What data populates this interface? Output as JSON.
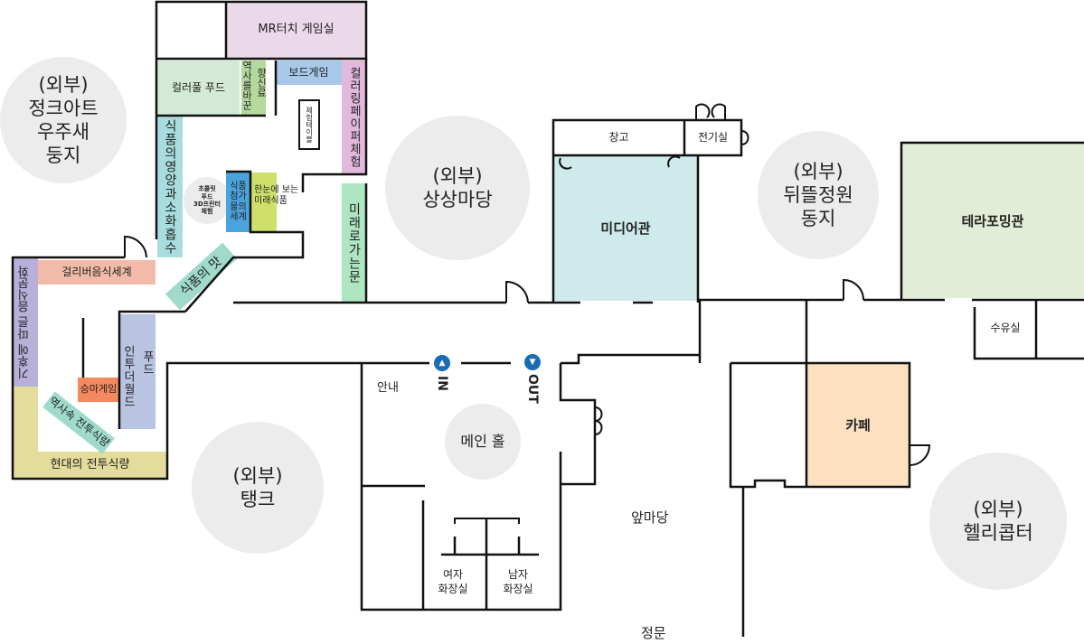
{
  "colors": {
    "outdoor": "#ececec",
    "entrance_marker": "#1a6db5"
  },
  "outdoor": {
    "junk_art": "(외부)\n정크아트\n우주새\n둥지",
    "imagination": "(외부)\n상상마당",
    "backyard": "(외부)\n뒤뜰정원\n동지",
    "tank": "(외부)\n탱크",
    "helicopter": "(외부)\n헬리콥터"
  },
  "rooms": {
    "mr_touch": "MR터치 게임실",
    "colorful_food": "컬러풀 푸드",
    "spice_col1": "역사를바꾼",
    "spice_col2": "향신료",
    "board_game": "보드게임",
    "coloring_paper": "컬러링페이퍼체험",
    "experience_table": "체험테이블",
    "nutrition": "식품의영양과소화흡수",
    "chocolate_3d": "초콜릿\n푸드\n3D프린터\n체험",
    "additives": "식품\n첨가\n물의\n세계",
    "future_food": "한눈에 보는\n미래식품",
    "future_door": "미래로가는문",
    "taste": "식품의 맛",
    "gulliver": "걸리버음식세계",
    "climate": "기후에 따른 음식문화",
    "modern_ration": "현대의 전투식량",
    "into_col1": "인투더월드",
    "into_col2": "푸드",
    "horse_game": "승마게임",
    "history_ration": "역사속 전투식량",
    "storage": "창고",
    "electric": "전기실",
    "media": "미디어관",
    "terraforming": "테라포밍관",
    "nursing": "수유실",
    "cafe": "카페",
    "info": "안내",
    "main_hall": "메인 홀",
    "female_restroom": "여자\n화장실",
    "male_restroom": "남자\n화장실"
  },
  "labels": {
    "front_yard": "앞마당",
    "main_gate": "정문",
    "in": "IN",
    "out": "OUT"
  }
}
